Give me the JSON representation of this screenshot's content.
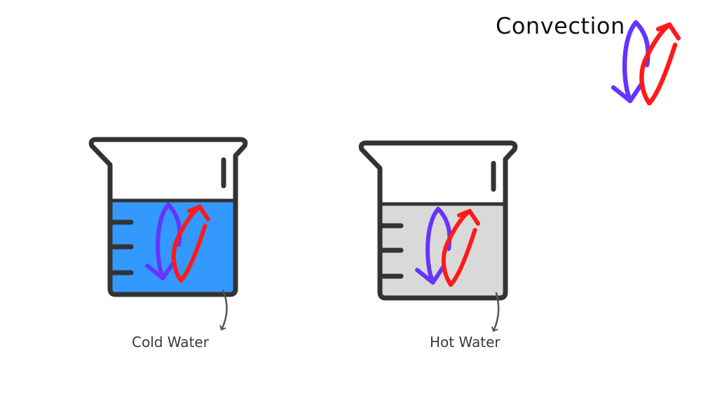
{
  "legend": {
    "title": "Convection",
    "icon": "convection-cycle-icon"
  },
  "beakers": [
    {
      "id": "cold",
      "label": "Cold Water",
      "fill_color": "#3399ff"
    },
    {
      "id": "hot",
      "label": "Hot Water",
      "fill_color": "#d9d9d9"
    }
  ],
  "colors": {
    "outline": "#333333",
    "cool_arrow": "#6633ff",
    "warm_arrow": "#ff1a1a",
    "pointer": "#555555"
  }
}
